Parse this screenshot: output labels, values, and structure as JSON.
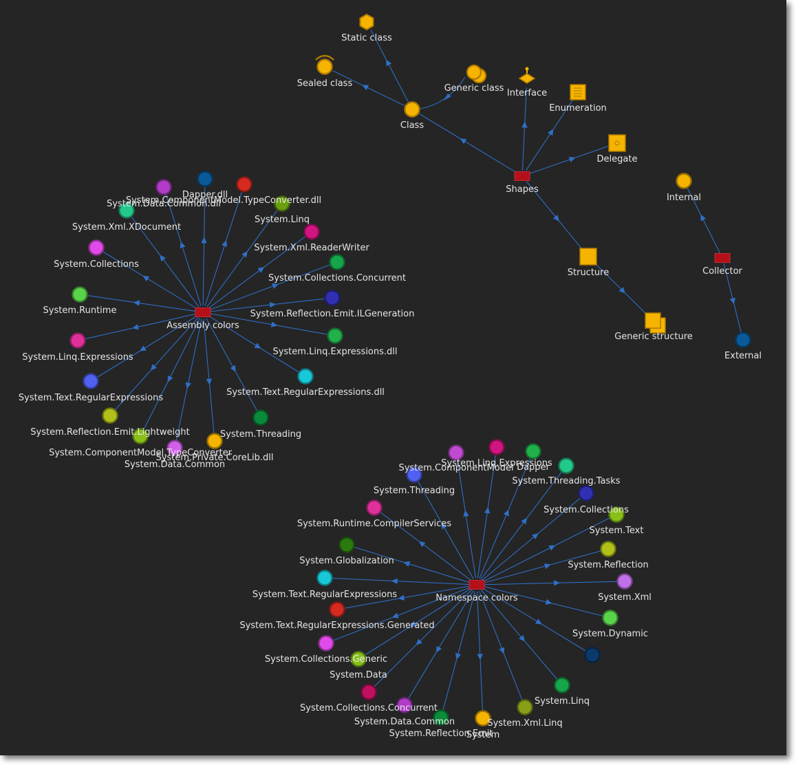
{
  "colors": {
    "background": "#252525",
    "edge": "#2f6fc6",
    "hub": "#b3101a",
    "class_gold": "#f5b400",
    "label": "#e6e6e6"
  },
  "shapes_graph": {
    "hub": "Shapes",
    "nodes": [
      {
        "id": "static",
        "label": "Static class",
        "icon": "static-class-icon"
      },
      {
        "id": "sealed",
        "label": "Sealed class",
        "icon": "sealed-class-icon"
      },
      {
        "id": "class",
        "label": "Class",
        "icon": "class-icon"
      },
      {
        "id": "generic",
        "label": "Generic class",
        "icon": "generic-class-icon"
      },
      {
        "id": "interface",
        "label": "Interface",
        "icon": "interface-icon"
      },
      {
        "id": "enum",
        "label": "Enumeration",
        "icon": "enumeration-icon"
      },
      {
        "id": "delegate",
        "label": "Delegate",
        "icon": "delegate-icon"
      },
      {
        "id": "structure",
        "label": "Structure",
        "icon": "structure-icon"
      },
      {
        "id": "genstruct",
        "label": "Generic structure",
        "icon": "generic-structure-icon"
      }
    ]
  },
  "collector_graph": {
    "hub": "Collector",
    "nodes": [
      {
        "id": "internal",
        "label": "Internal",
        "color": "#f5b400"
      },
      {
        "id": "external",
        "label": "External",
        "color": "#0a5a9a"
      }
    ]
  },
  "assembly_graph": {
    "hub": "Assembly colors",
    "nodes": [
      {
        "label": "System.Data.Common.dll",
        "color": "#b03cc8"
      },
      {
        "label": "Dapper.dll",
        "color": "#0a5a9a"
      },
      {
        "label": "System.ComponentModel.TypeConverter.dll",
        "color": "#d42a20"
      },
      {
        "label": "System.Linq",
        "color": "#6aa010"
      },
      {
        "label": "System.Xml.XDocument",
        "color": "#22c98a"
      },
      {
        "label": "System.Xml.ReaderWriter",
        "color": "#d01480"
      },
      {
        "label": "System.Collections",
        "color": "#e04ae8"
      },
      {
        "label": "System.Collections.Concurrent",
        "color": "#15a54a"
      },
      {
        "label": "System.Runtime",
        "color": "#5ad34a"
      },
      {
        "label": "System.Reflection.Emit.ILGeneration",
        "color": "#3030b0"
      },
      {
        "label": "System.Linq.Expressions",
        "color": "#e0309a"
      },
      {
        "label": "System.Linq.Expressions.dll",
        "color": "#22b04a"
      },
      {
        "label": "System.Text.RegularExpressions",
        "color": "#5060f0"
      },
      {
        "label": "System.Text.RegularExpressions.dll",
        "color": "#18c8d8"
      },
      {
        "label": "System.Reflection.Emit.Lightweight",
        "color": "#b0c018"
      },
      {
        "label": "System.Threading",
        "color": "#0a8a3a"
      },
      {
        "label": "System.ComponentModel.TypeConverter",
        "color": "#88c018"
      },
      {
        "label": "System.Data.Common",
        "color": "#d060e8"
      },
      {
        "label": "System.Private.CoreLib.dll",
        "color": "#f5b400"
      }
    ]
  },
  "namespace_graph": {
    "hub": "Namespace colors",
    "nodes": [
      {
        "label": "System.ComponentModel",
        "color": "#c04ad0"
      },
      {
        "label": "System.Linq.Expressions",
        "color": "#d01480"
      },
      {
        "label": "Dapper",
        "color": "#22b04a"
      },
      {
        "label": "System.Threading.Tasks",
        "color": "#22c98a"
      },
      {
        "label": "System.Threading",
        "color": "#5060f0"
      },
      {
        "label": "System.Collections",
        "color": "#3030b0"
      },
      {
        "label": "System.Text",
        "color": "#88c018"
      },
      {
        "label": "System.Runtime.CompilerServices",
        "color": "#e0309a"
      },
      {
        "label": "System.Reflection",
        "color": "#b0c018"
      },
      {
        "label": "System.Globalization",
        "color": "#2a7a10"
      },
      {
        "label": "System.Xml",
        "color": "#c070e8"
      },
      {
        "label": "System.Text.RegularExpressions",
        "color": "#18c8d8"
      },
      {
        "label": "System.Dynamic",
        "color": "#5ad34a"
      },
      {
        "label": "System.Text.RegularExpressions.Generated",
        "color": "#d42a20"
      },
      {
        "label": "",
        "color": "#0a3a6a"
      },
      {
        "label": "System.Collections.Generic",
        "color": "#e04ae8"
      },
      {
        "label": "System.Data",
        "color": "#88c018"
      },
      {
        "label": "System.Linq",
        "color": "#15a54a"
      },
      {
        "label": "System.Collections.Concurrent",
        "color": "#c01060"
      },
      {
        "label": "System.Data.Common",
        "color": "#b03cc8"
      },
      {
        "label": "System.Reflection.Emit",
        "color": "#0a8a3a"
      },
      {
        "label": "System",
        "color": "#f5b400"
      },
      {
        "label": "System.Xml.Linq",
        "color": "#88a018"
      }
    ]
  }
}
